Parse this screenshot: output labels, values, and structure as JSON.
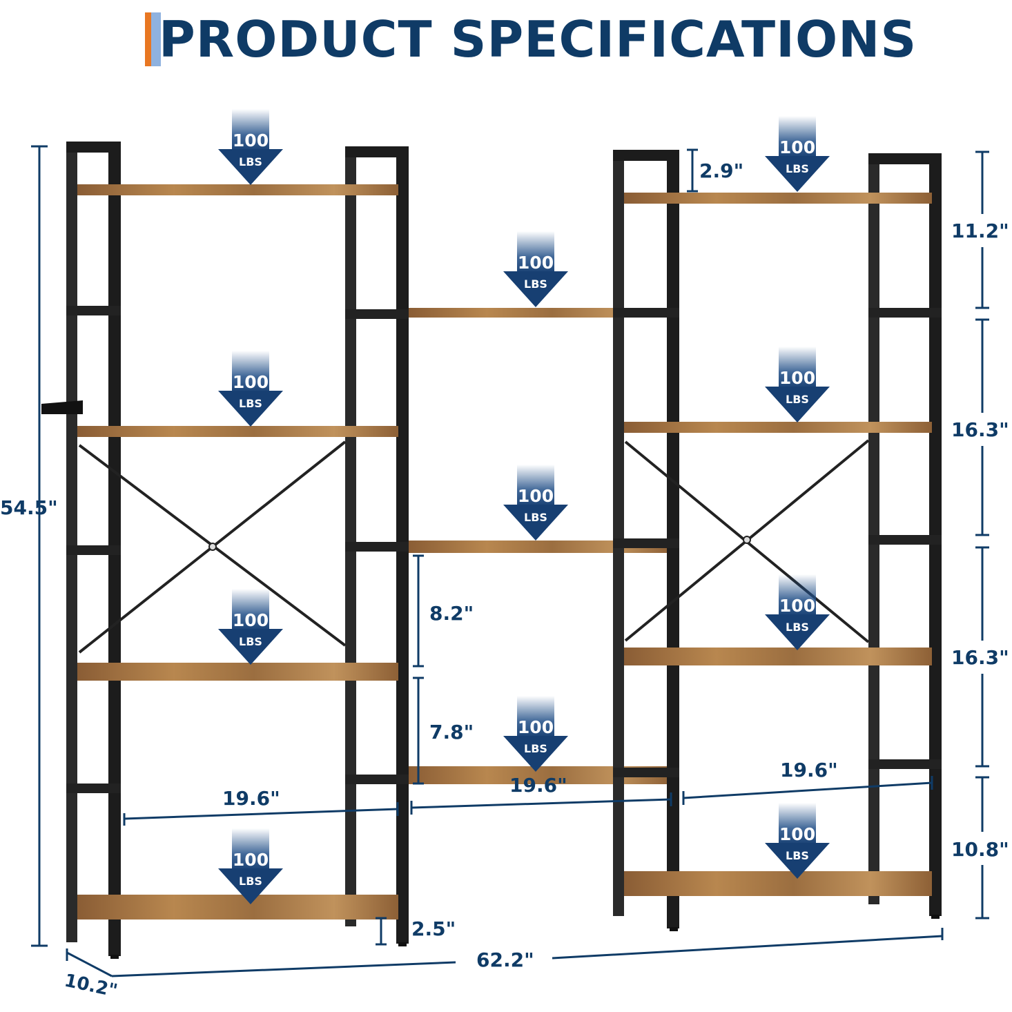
{
  "title": "PRODUCT SPECIFICATIONS",
  "colors": {
    "accent_orange": "#e87722",
    "accent_light_blue": "#8fb2df",
    "navy": "#0f3b66",
    "frame": "#1e1e1e",
    "wood": "#a87a4c"
  },
  "load": {
    "value": "100",
    "unit": "LBS"
  },
  "dimensions": {
    "overall_height": "54.5\"",
    "overall_width": "62.2\"",
    "depth": "10.2\"",
    "foot_height": "2.5\"",
    "top_gap": "2.9\"",
    "right_tier_1": "11.2\"",
    "right_tier_2": "16.3\"",
    "right_tier_3": "16.3\"",
    "right_tier_4": "10.8\"",
    "middle_gap_upper": "8.2\"",
    "middle_gap_lower": "7.8\"",
    "left_shelf_width": "19.6\"",
    "middle_shelf_width": "19.6\"",
    "right_shelf_width": "19.6\""
  }
}
